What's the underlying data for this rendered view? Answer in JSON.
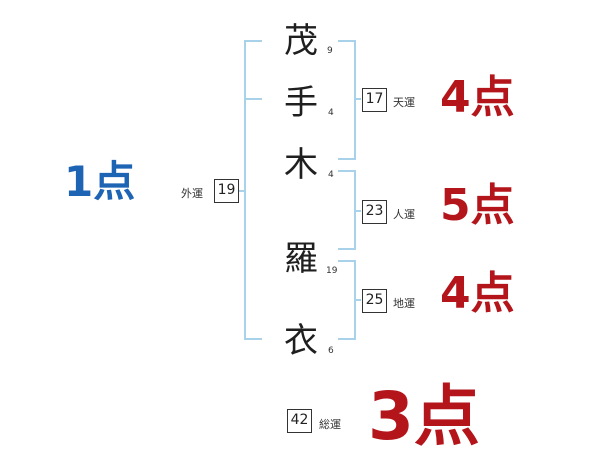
{
  "name_chars": [
    {
      "char": "茂",
      "strokes": "9"
    },
    {
      "char": "手",
      "strokes": "4"
    },
    {
      "char": "木",
      "strokes": "4"
    },
    {
      "char": "羅",
      "strokes": "19"
    },
    {
      "char": "衣",
      "strokes": "6"
    }
  ],
  "kakus": {
    "ten": {
      "value": "17",
      "label": "天運",
      "score": "4点"
    },
    "jin": {
      "value": "23",
      "label": "人運",
      "score": "5点"
    },
    "chi": {
      "value": "25",
      "label": "地運",
      "score": "4点"
    },
    "gai": {
      "value": "19",
      "label": "外運",
      "score": "1点"
    },
    "sou": {
      "value": "42",
      "label": "総運",
      "score": "3点"
    }
  },
  "colors": {
    "bracket": "#a8d2ea",
    "score_red": "#b3151b",
    "score_blue": "#1e64b4"
  }
}
